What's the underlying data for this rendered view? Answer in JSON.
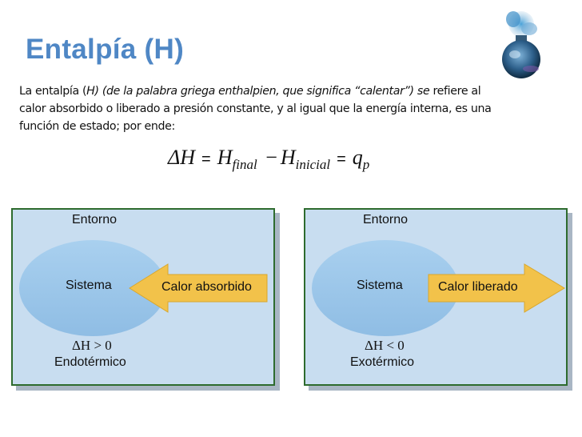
{
  "slide": {
    "title": "Entalpía (H)",
    "intro_a": "La entalpía (",
    "intro_h": "H) (de la palabra griega enthalpien, que significa “calentar”) se",
    "intro_b": " refiere al",
    "line2": "calor absorbido o liberado a presión constante, y al igual que la energía interna, es una",
    "line3": "función de estado; por ende:"
  },
  "equation": {
    "delta_h": "ΔH",
    "eq1": "=",
    "h_final": "H",
    "sub_final": "final",
    "minus": "−",
    "h_inicial": "H",
    "sub_inicial": "inicial",
    "eq2": "=",
    "q": "q",
    "sub_p": "p"
  },
  "diagrams": [
    {
      "environment": "Entorno",
      "system": "Sistema",
      "arrow_label": "Calor absorbido",
      "sign": "ΔH > 0",
      "kind": "Endotérmico"
    },
    {
      "environment": "Entorno",
      "system": "Sistema",
      "arrow_label": "Calor liberado",
      "sign": "ΔH < 0",
      "kind": "Exotérmico"
    }
  ],
  "colors": {
    "title": "#4f87c5",
    "panel_fill": "#c8ddf0",
    "panel_border": "#2e6b2e",
    "ellipse": "#9cc6ea",
    "arrow": "#f2c24a"
  }
}
